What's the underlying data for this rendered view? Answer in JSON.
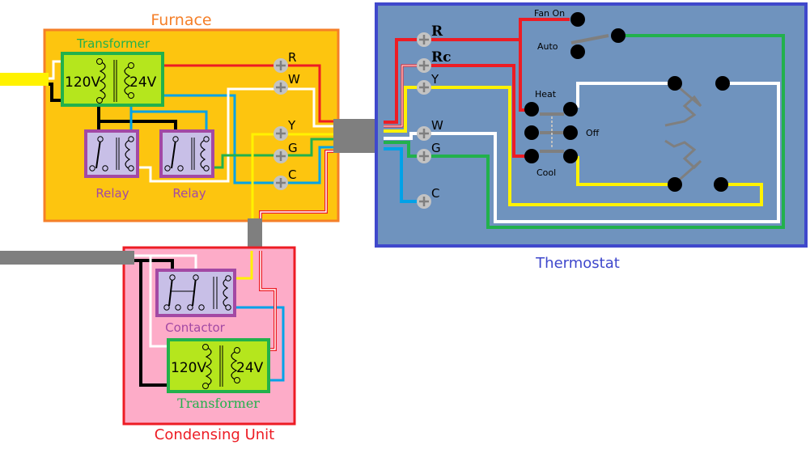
{
  "colors": {
    "furnace_fill": "#fdc50f",
    "furnace_border": "#f57f28",
    "thermostat_fill": "#6f93be",
    "thermostat_border": "#3f48cc",
    "condenser_fill": "#fdacc8",
    "condenser_border": "#ed1c24",
    "transformer_fill": "#b5e61d",
    "transformer_border": "#22b14c",
    "relay_fill": "#c8bfe7",
    "relay_border": "#a349a4",
    "wire_red": "#ed1c24",
    "wire_white": "#ffffff",
    "wire_yellow": "#fff200",
    "wire_green": "#22b14c",
    "wire_blue": "#00a2e8",
    "wire_black": "#000000",
    "cable_gray": "#7f7f7f"
  },
  "furnace": {
    "title": "Furnace",
    "transformer": {
      "label": "Transformer",
      "primary": "120V",
      "secondary": "24V"
    },
    "relays": [
      {
        "label": "Relay"
      },
      {
        "label": "Relay"
      }
    ],
    "terminals": [
      "R",
      "W",
      "Y",
      "G",
      "C"
    ]
  },
  "thermostat": {
    "title": "Thermostat",
    "terminals": [
      "R",
      "Rc",
      "Y",
      "W",
      "G",
      "C"
    ],
    "fan_switch": {
      "on_label": "Fan On",
      "auto_label": "Auto"
    },
    "mode_switch": {
      "heat_label": "Heat",
      "off_label": "Off",
      "cool_label": "Cool"
    }
  },
  "condensing_unit": {
    "title": "Condensing Unit",
    "contactor": {
      "label": "Contactor"
    },
    "transformer": {
      "label": "Transformer",
      "primary": "120V",
      "secondary": "24V"
    }
  }
}
